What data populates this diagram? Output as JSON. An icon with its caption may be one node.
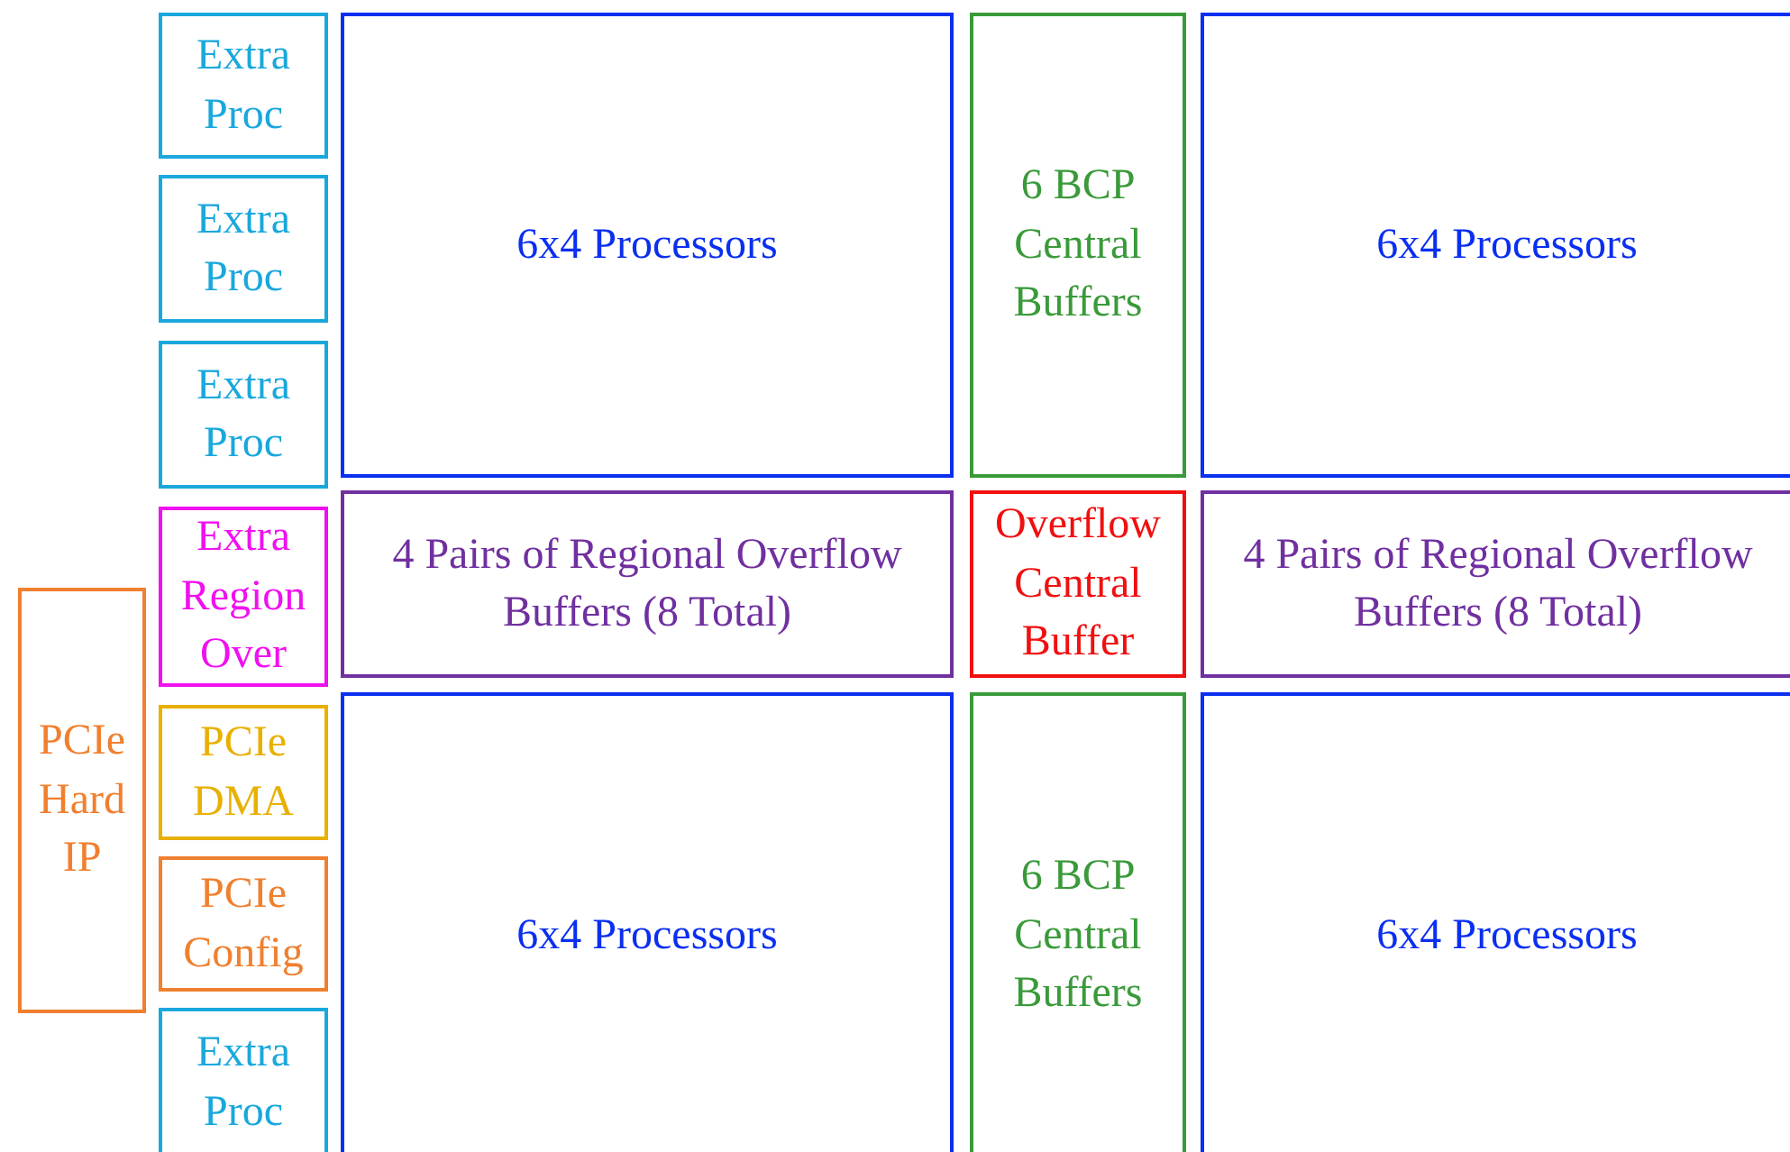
{
  "diagram": {
    "nodes": [
      {
        "text": [
          "Extra Proc"
        ]
      },
      {
        "text": [
          "6x4 Processors"
        ]
      },
      {
        "text": [
          "6 BCP Central Buffers"
        ]
      },
      {
        "text": [
          "6x4 Processors"
        ]
      },
      {
        "text": [
          "Extra Proc"
        ]
      },
      {
        "text": [
          "Extra Proc"
        ]
      },
      {
        "text": [
          "Extra Region Over"
        ]
      },
      {
        "text": [
          "4 Pairs of Regional Overflow Buffers (8 Total)"
        ]
      },
      {
        "text": [
          "Overflow Central Buffer"
        ]
      },
      {
        "text": [
          "4 Pairs of Regional Overflow Buffers (8 Total)"
        ]
      },
      {
        "text": [
          "PCIe Hard IP"
        ]
      },
      {
        "text": [
          "PCIe DMA"
        ]
      },
      {
        "text": [
          "6x4 Processors"
        ]
      },
      {
        "text": [
          "6 BCP Central Buffers"
        ]
      },
      {
        "text": [
          "6x4 Processors"
        ]
      },
      {
        "text": [
          "PCIe Config"
        ]
      },
      {
        "text": [
          "Extra Proc"
        ]
      }
    ]
  }
}
